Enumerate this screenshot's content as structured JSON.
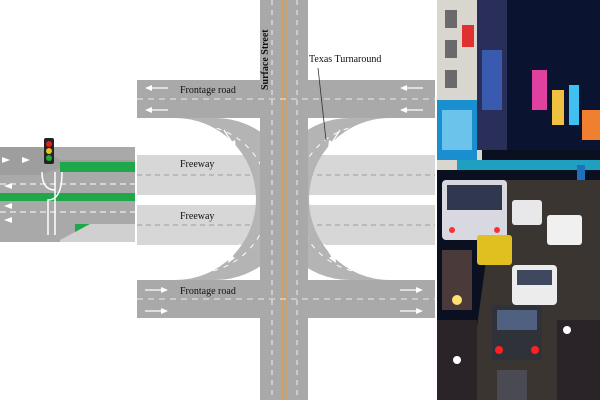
{
  "diagram": {
    "labels": {
      "frontage_top": "Frontage road",
      "frontage_bottom": "Frontage road",
      "freeway_upper": "Freeway",
      "freeway_lower": "Freeway",
      "surface_street": "Surface Street",
      "texas_turnaround": "Texas Turnaround"
    },
    "colors": {
      "road": "#a9a9a9",
      "freeway": "#d7d7d7",
      "median": "#1fa84a",
      "center_line": "#e39a3a",
      "arrow": "#ffffff",
      "signal_body": "#222222",
      "signal_top": "#e02020",
      "signal_bottom": "#22aa33"
    }
  },
  "photo": {
    "description_icon": "night-street-traffic-photo"
  }
}
